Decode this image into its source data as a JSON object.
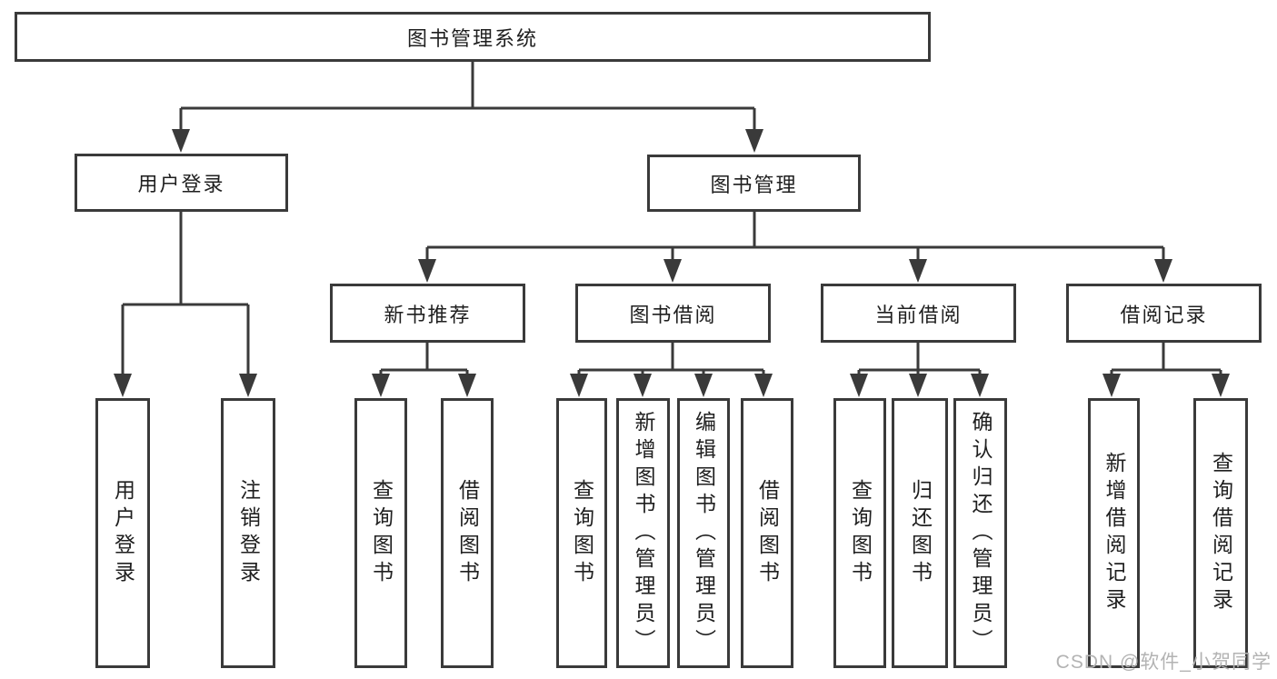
{
  "diagram": {
    "title": "图书管理系统",
    "level1": {
      "user_login": "用户登录",
      "book_mgmt": "图书管理"
    },
    "level2": {
      "new_books": "新书推荐",
      "book_borrow": "图书借阅",
      "current_borrow": "当前借阅",
      "borrow_records": "借阅记录"
    },
    "leaves": {
      "user_login": [
        "用户登录",
        "注销登录"
      ],
      "new_books": [
        "查询图书",
        "借阅图书"
      ],
      "book_borrow": [
        "查询图书",
        "新增图书（管理员）",
        "编辑图书（管理员）",
        "借阅图书"
      ],
      "current_borrow": [
        "查询图书",
        "归还图书",
        "确认归还（管理员）"
      ],
      "borrow_records": [
        "新增借阅记录",
        "查询借阅记录"
      ]
    },
    "watermark": "CSDN @软件_小贺同学",
    "colors": {
      "line": "#3a3a3a",
      "text": "#1f1f1f",
      "watermark": "#b3b3b3",
      "background": "#ffffff"
    }
  }
}
